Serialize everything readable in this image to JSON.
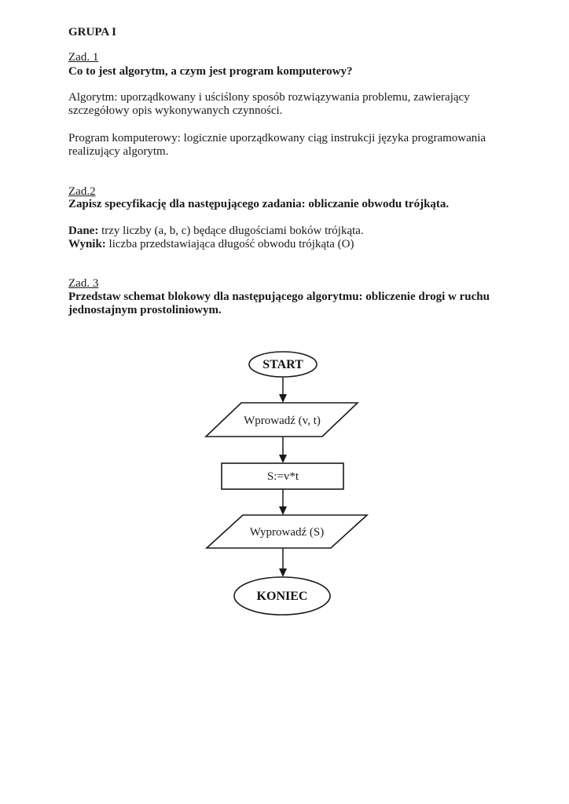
{
  "doc": {
    "group_heading": "GRUPA I",
    "task1": {
      "label": "Zad. 1",
      "question": "Co to jest algorytm, a czym jest program komputerowy?",
      "answer_algorithm_line1": "Algorytm: uporządkowany i uściślony sposób rozwiązywania problemu, zawierający",
      "answer_algorithm_line2": "szczegółowy opis wykonywanych czynności.",
      "answer_program_line1": "Program komputerowy: logicznie uporządkowany ciąg instrukcji języka programowania",
      "answer_program_line2": "realizujący algorytm."
    },
    "task2": {
      "label": "Zad.2",
      "task": "Zapisz specyfikację dla następującego zadania: obliczanie obwodu trójkąta.",
      "dane_label": "Dane:",
      "dane_text": " trzy liczby (a, b, c) będące długościami boków trójkąta.",
      "wynik_label": "Wynik:",
      "wynik_text": " liczba przedstawiająca długość obwodu trójkąta (O)"
    },
    "task3": {
      "label": "Zad. 3",
      "task_line1": "Przedstaw schemat blokowy dla następującego algorytmu: obliczenie drogi w ruchu",
      "task_line2": "jednostajnym prostoliniowym."
    }
  },
  "flowchart": {
    "start_label": "START",
    "input_label": "Wprowadź (v, t)",
    "process_label": "S:=v*t",
    "output_label": "Wyprowadź (S)",
    "end_label": "KONIEC",
    "stroke_color": "#1a1a1a",
    "fill_color": "#ffffff"
  }
}
